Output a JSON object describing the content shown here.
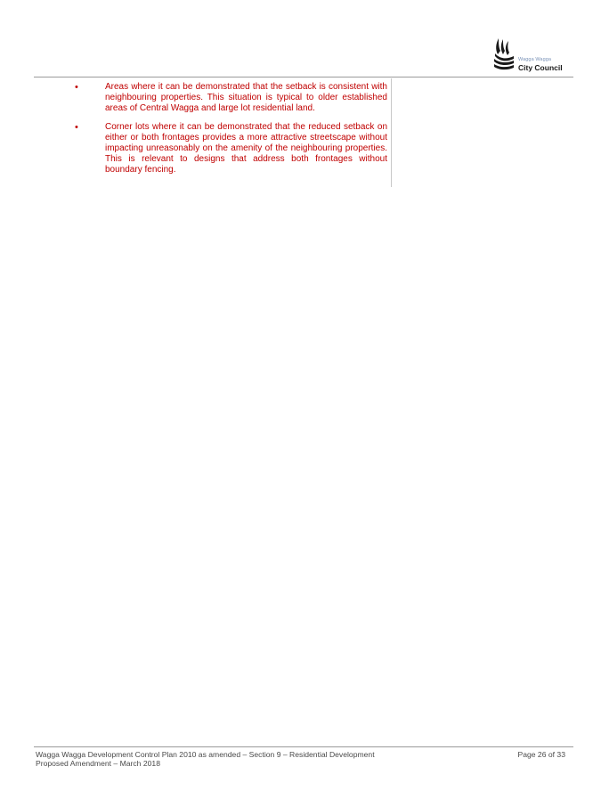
{
  "header": {
    "logo_small": "Wagga Wagga",
    "logo_big": "City Council"
  },
  "body": {
    "bullets": [
      {
        "marker": "•",
        "text": "Areas where it can be demonstrated that the setback is consistent with neighbouring properties. This situation is typical to older established areas of Central Wagga and large lot residential land."
      },
      {
        "marker": "•",
        "text": "Corner lots where it can be demonstrated that the reduced setback on either or both frontages provides a more attractive streetscape without impacting unreasonably on the amenity of the neighbouring properties. This is relevant to designs that address both frontages without boundary fencing."
      }
    ]
  },
  "footer": {
    "line1": "Wagga Wagga Development Control Plan 2010 as amended – Section 9 – Residential Development",
    "line2": "Proposed Amendment – March 2018",
    "page_label": "Page 26 of 33"
  },
  "colors": {
    "body_text": "#c00000",
    "footer_text": "#4a4a4a",
    "logo_accent": "#7a93b8"
  }
}
